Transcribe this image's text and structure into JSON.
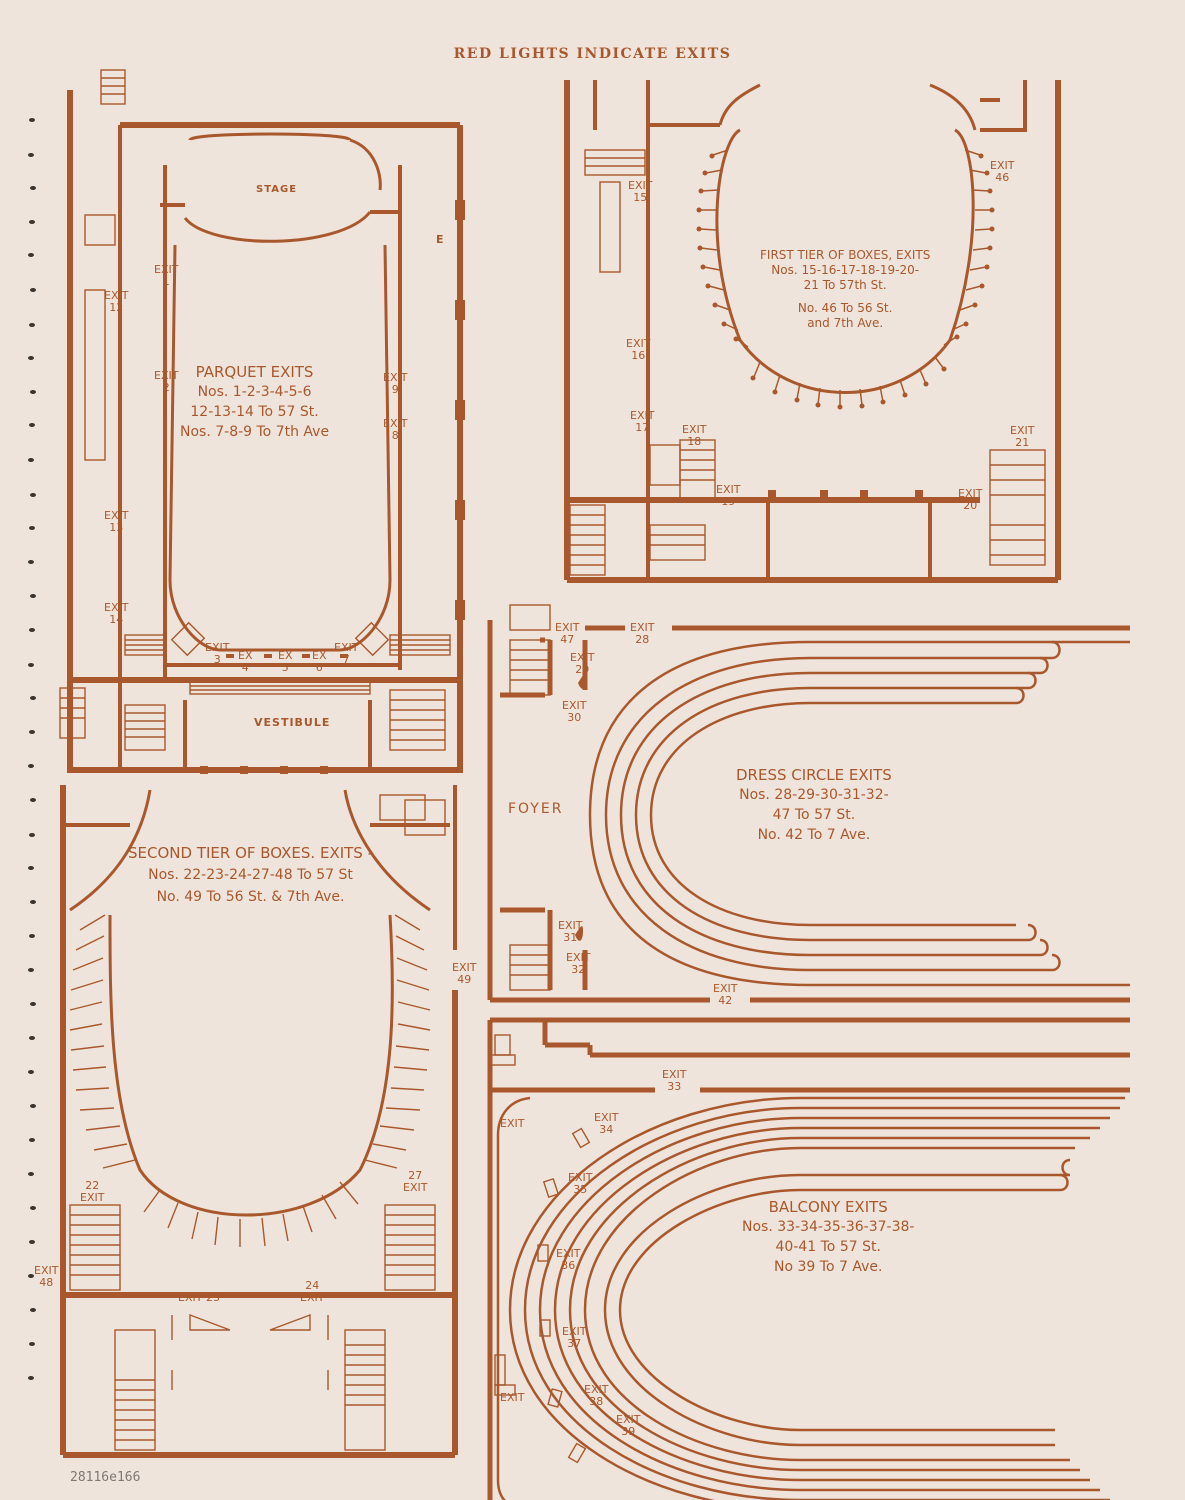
{
  "header": "RED LIGHTS INDICATE EXITS",
  "pencil_note": "28116e166",
  "colors": {
    "ink": "#a8582c",
    "paper": "#efe4dc"
  },
  "parquet": {
    "words": {
      "stage": "STAGE",
      "vestibule": "VESTIBULE",
      "e": "E"
    },
    "note": {
      "title": "PARQUET EXITS",
      "lines": [
        "Nos. 1-2-3-4-5-6",
        "12-13-14 To 57 St.",
        "Nos. 7-8-9 To 7th Ave"
      ]
    },
    "exits": [
      {
        "a": "EXIT",
        "b": "1"
      },
      {
        "a": "EXIT",
        "b": "2"
      },
      {
        "a": "EXIT",
        "b": "3"
      },
      {
        "a": "EX",
        "b": "4"
      },
      {
        "a": "EX",
        "b": "5"
      },
      {
        "a": "EX",
        "b": "6"
      },
      {
        "a": "EXIT",
        "b": "7"
      },
      {
        "a": "EXIT",
        "b": "8"
      },
      {
        "a": "EXIT",
        "b": "9"
      },
      {
        "a": "EXIT",
        "b": "12"
      },
      {
        "a": "EXIT",
        "b": "13"
      },
      {
        "a": "EXIT",
        "b": "14"
      }
    ]
  },
  "first_tier": {
    "note": {
      "title": "FIRST TIER OF BOXES, EXITS",
      "lines": [
        "Nos. 15-16-17-18-19-20-",
        "21 To 57th St.",
        "No. 46 To 56 St.",
        "and 7th Ave."
      ]
    },
    "exits": [
      {
        "a": "EXIT",
        "b": "15"
      },
      {
        "a": "EXIT",
        "b": "16"
      },
      {
        "a": "EXIT",
        "b": "17"
      },
      {
        "a": "EXIT",
        "b": "18"
      },
      {
        "a": "EXIT",
        "b": "19"
      },
      {
        "a": "EXIT",
        "b": "20"
      },
      {
        "a": "EXIT",
        "b": "21"
      },
      {
        "a": "EXIT",
        "b": "46"
      }
    ]
  },
  "second_tier": {
    "note": {
      "title": "SECOND TIER OF BOXES. EXITS -",
      "lines": [
        "Nos. 22-23-24-27-48 To 57 St",
        "No. 49 To 56 St. & 7th Ave."
      ]
    },
    "exits": [
      {
        "a": "22",
        "b": "EXIT"
      },
      {
        "a": "EXIT 23",
        "b": ""
      },
      {
        "a": "24",
        "b": "EXIT"
      },
      {
        "a": "27",
        "b": "EXIT"
      },
      {
        "a": "EXIT",
        "b": "48"
      },
      {
        "a": "EXIT",
        "b": "49"
      }
    ]
  },
  "dress_circle": {
    "words": {
      "foyer": "FOYER"
    },
    "note": {
      "title": "DRESS CIRCLE EXITS",
      "lines": [
        "Nos. 28-29-30-31-32-",
        "47 To 57 St.",
        "No. 42 To 7 Ave."
      ]
    },
    "exits": [
      {
        "a": "EXIT",
        "b": "47"
      },
      {
        "a": "EXIT",
        "b": "28"
      },
      {
        "a": "EXIT",
        "b": "29"
      },
      {
        "a": "EXIT",
        "b": "30"
      },
      {
        "a": "EXIT",
        "b": "31"
      },
      {
        "a": "EXIT",
        "b": "32"
      },
      {
        "a": "EXIT",
        "b": "42"
      }
    ]
  },
  "balcony": {
    "note": {
      "title": "BALCONY EXITS",
      "lines": [
        "Nos. 33-34-35-36-37-38-",
        "40-41 To 57 St.",
        "No 39 To 7 Ave."
      ]
    },
    "exits": [
      {
        "a": "EXIT",
        "b": "33"
      },
      {
        "a": "EXIT",
        "b": "34"
      },
      {
        "a": "EXIT",
        "b": "35"
      },
      {
        "a": "EXIT",
        "b": "36"
      },
      {
        "a": "EXIT",
        "b": "37"
      },
      {
        "a": "EXIT",
        "b": "38"
      },
      {
        "a": "EXIT",
        "b": "39"
      },
      {
        "a": "EXIT",
        "b": ""
      },
      {
        "a": "EXIT",
        "b": ""
      }
    ]
  }
}
